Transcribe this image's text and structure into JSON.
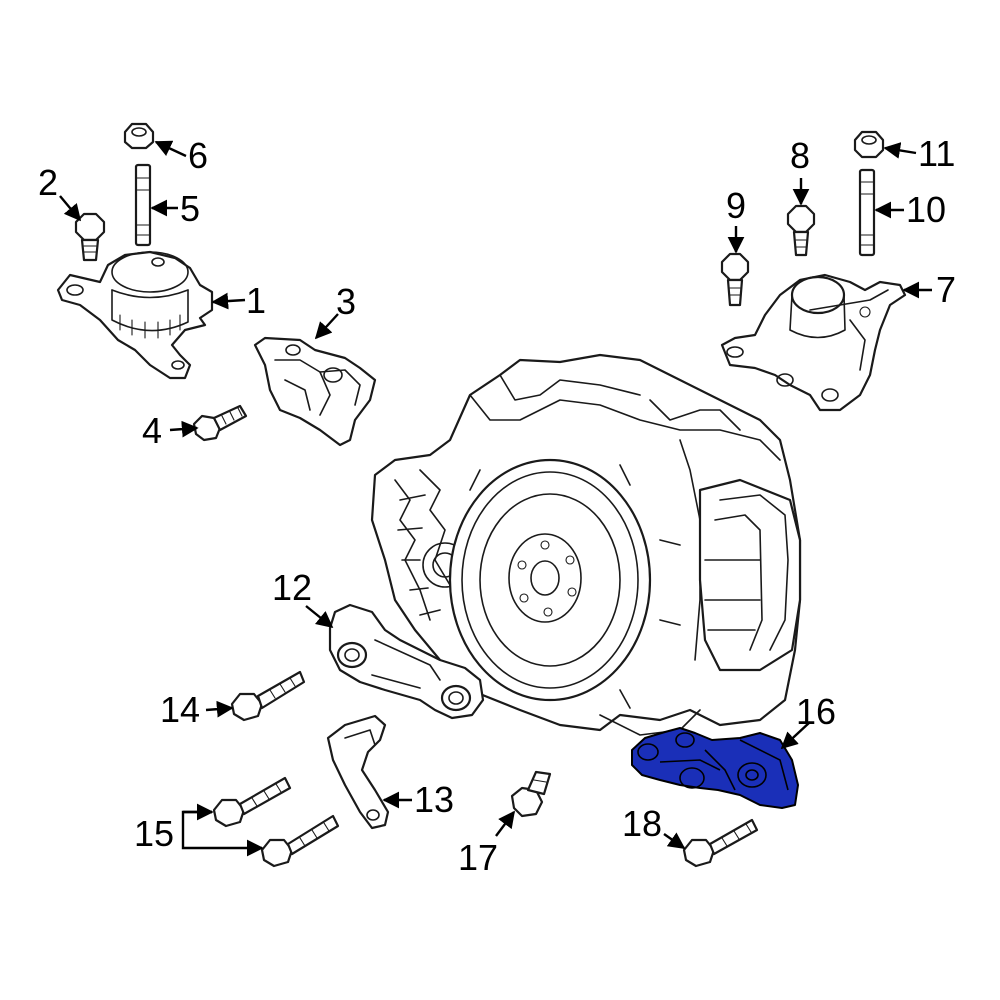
{
  "callouts": {
    "c1": "1",
    "c2": "2",
    "c3": "3",
    "c4": "4",
    "c5": "5",
    "c6": "6",
    "c7": "7",
    "c8": "8",
    "c9": "9",
    "c10": "10",
    "c11": "11",
    "c12": "12",
    "c13": "13",
    "c14": "14",
    "c15": "15",
    "c16": "16",
    "c17": "17",
    "c18": "18"
  },
  "colors": {
    "highlight": "#1a2fb8",
    "line": "#1a1a1a",
    "background": "#ffffff"
  }
}
